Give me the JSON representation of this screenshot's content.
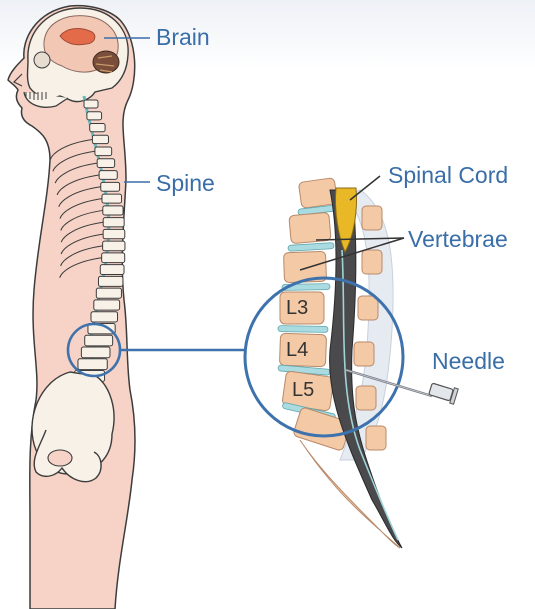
{
  "labels": {
    "brain": "Brain",
    "spine": "Spine",
    "spinal_cord": "Spinal Cord",
    "vertebrae": "Vertebrae",
    "needle": "Needle"
  },
  "vertebra_labels": [
    "L3",
    "L4",
    "L5"
  ],
  "colors": {
    "label_blue": "#3a6ea8",
    "skin": "#f6d3c6",
    "bone": "#f7f1e8",
    "outline": "#3c3c3c",
    "spinal_cord": "#e8b826",
    "canal_dark": "#4a4a4c",
    "disc": "#a9dbe0",
    "vertebra_body": "#f4c9a6",
    "magnifier_ring": "#3e72ad"
  }
}
